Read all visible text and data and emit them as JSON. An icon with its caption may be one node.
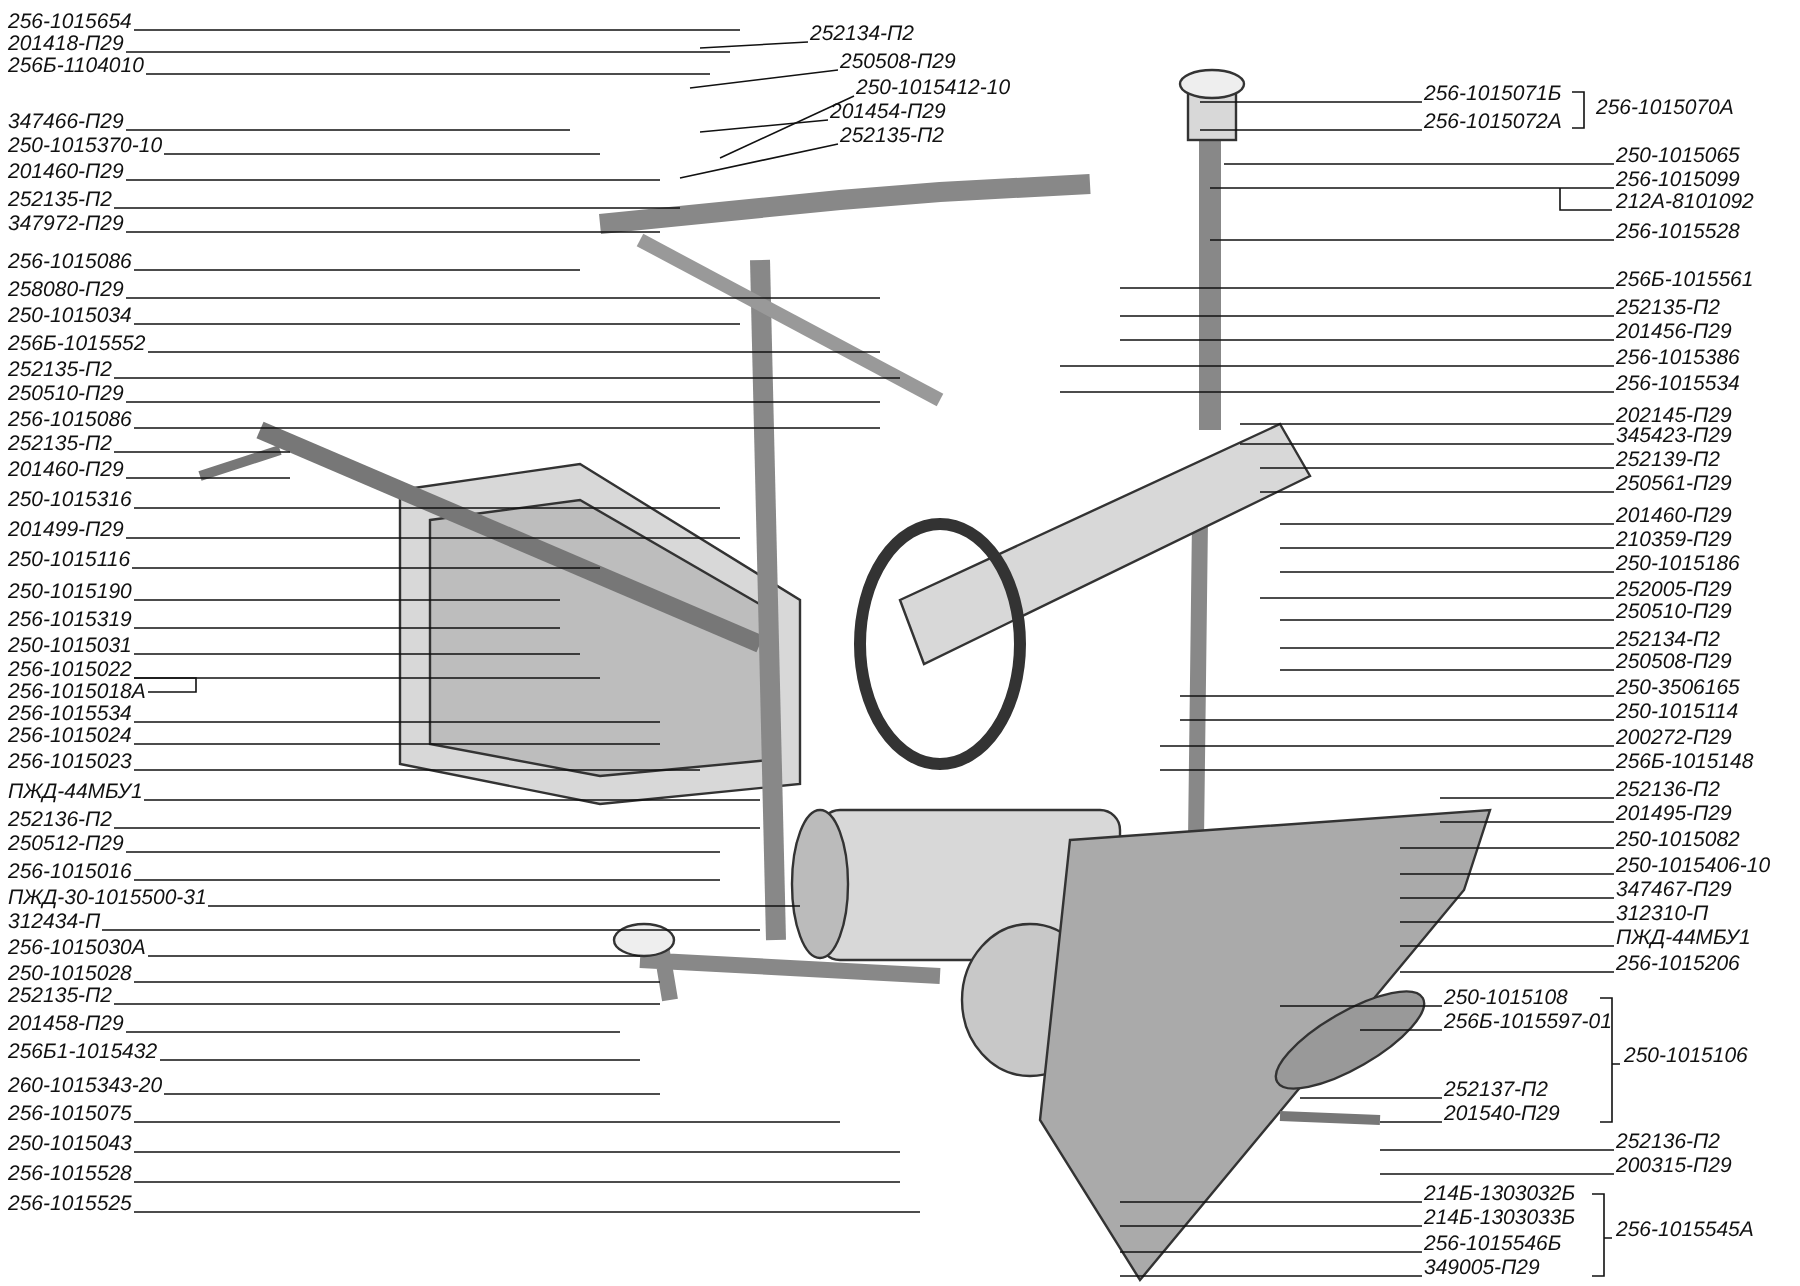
{
  "diagram": {
    "nodes": [
      {
        "text": [
          "256-1015654"
        ]
      },
      {
        "text": [
          "201418-П29"
        ]
      },
      {
        "text": [
          "256Б-1104010"
        ]
      },
      {
        "text": [
          "347466-П29"
        ]
      },
      {
        "text": [
          "250-1015370-10"
        ]
      },
      {
        "text": [
          "201460-П29"
        ]
      },
      {
        "text": [
          "252135-П2"
        ]
      },
      {
        "text": [
          "347972-П29"
        ]
      },
      {
        "text": [
          "256-1015086"
        ]
      },
      {
        "text": [
          "258080-П29"
        ]
      },
      {
        "text": [
          "250-1015034"
        ]
      },
      {
        "text": [
          "256Б-1015552"
        ]
      },
      {
        "text": [
          "252135-П2"
        ]
      },
      {
        "text": [
          "250510-П29"
        ]
      },
      {
        "text": [
          "256-1015086"
        ]
      },
      {
        "text": [
          "252135-П2"
        ]
      },
      {
        "text": [
          "201460-П29"
        ]
      },
      {
        "text": [
          "250-1015316"
        ]
      },
      {
        "text": [
          "201499-П29"
        ]
      },
      {
        "text": [
          "250-1015116"
        ]
      },
      {
        "text": [
          "250-1015190"
        ]
      },
      {
        "text": [
          "256-1015319"
        ]
      },
      {
        "text": [
          "250-1015031"
        ]
      },
      {
        "text": [
          "256-1015022"
        ]
      },
      {
        "text": [
          "256-1015534"
        ]
      },
      {
        "text": [
          "256-1015024"
        ]
      },
      {
        "text": [
          "256-1015023"
        ]
      },
      {
        "text": [
          "ПЖД-44МБУ1"
        ]
      },
      {
        "text": [
          "252136-П2"
        ]
      },
      {
        "text": [
          "250512-П29"
        ]
      },
      {
        "text": [
          "256-1015016"
        ]
      },
      {
        "text": [
          "ПЖД-30-1015500-31"
        ]
      },
      {
        "text": [
          "312434-П"
        ]
      },
      {
        "text": [
          "256-1015030А"
        ]
      },
      {
        "text": [
          "250-1015028"
        ]
      },
      {
        "text": [
          "252135-П2"
        ]
      },
      {
        "text": [
          "201458-П29"
        ]
      },
      {
        "text": [
          "256Б1-1015432"
        ]
      },
      {
        "text": [
          "260-1015343-20"
        ]
      },
      {
        "text": [
          "256-1015075"
        ]
      },
      {
        "text": [
          "250-1015043"
        ]
      },
      {
        "text": [
          "256-1015528"
        ]
      },
      {
        "text": [
          "256-1015525"
        ]
      },
      {
        "text": [
          "252134-П2"
        ]
      },
      {
        "text": [
          "250508-П29"
        ]
      },
      {
        "text": [
          "250-1015412-10"
        ]
      },
      {
        "text": [
          "201454-П29"
        ]
      },
      {
        "text": [
          "252135-П2"
        ]
      },
      {
        "text": [
          "256-1015071Б"
        ]
      },
      {
        "text": [
          "256-1015072А"
        ]
      },
      {
        "text": [
          "250-1015065"
        ]
      },
      {
        "text": [
          "256-1015099"
        ]
      },
      {
        "text": [
          "256-1015528"
        ]
      },
      {
        "text": [
          "256Б-1015561"
        ]
      },
      {
        "text": [
          "252135-П2"
        ]
      },
      {
        "text": [
          "201456-П29"
        ]
      },
      {
        "text": [
          "256-1015386"
        ]
      },
      {
        "text": [
          "256-1015534"
        ]
      },
      {
        "text": [
          "202145-П29"
        ]
      },
      {
        "text": [
          "345423-П29"
        ]
      },
      {
        "text": [
          "252139-П2"
        ]
      },
      {
        "text": [
          "250561-П29"
        ]
      },
      {
        "text": [
          "201460-П29"
        ]
      },
      {
        "text": [
          "210359-П29"
        ]
      },
      {
        "text": [
          "250-1015186"
        ]
      },
      {
        "text": [
          "252005-П29"
        ]
      },
      {
        "text": [
          "250510-П29"
        ]
      },
      {
        "text": [
          "252134-П2"
        ]
      },
      {
        "text": [
          "250508-П29"
        ]
      },
      {
        "text": [
          "250-3506165"
        ]
      },
      {
        "text": [
          "250-1015114"
        ]
      },
      {
        "text": [
          "200272-П29"
        ]
      },
      {
        "text": [
          "256Б-1015148"
        ]
      },
      {
        "text": [
          "252136-П2"
        ]
      },
      {
        "text": [
          "201495-П29"
        ]
      },
      {
        "text": [
          "250-1015082"
        ]
      },
      {
        "text": [
          "250-1015406-10"
        ]
      },
      {
        "text": [
          "347467-П29"
        ]
      },
      {
        "text": [
          "312310-П"
        ]
      },
      {
        "text": [
          "ПЖД-44МБУ1"
        ]
      },
      {
        "text": [
          "256-1015206"
        ]
      },
      {
        "text": [
          "250-1015108"
        ]
      },
      {
        "text": [
          "256Б-1015597-01"
        ]
      },
      {
        "text": [
          "252137-П2"
        ]
      },
      {
        "text": [
          "201540-П29"
        ]
      },
      {
        "text": [
          "252136-П2"
        ]
      },
      {
        "text": [
          "200315-П29"
        ]
      },
      {
        "text": [
          "214Б-1303032Б"
        ]
      },
      {
        "text": [
          "214Б-1303033Б"
        ]
      },
      {
        "text": [
          "256-1015546Б"
        ]
      },
      {
        "text": [
          "349005-П29"
        ]
      }
    ],
    "edges": [
      {
        "from": 0,
        "to": null,
        "arrow": "none"
      },
      {
        "from": 1,
        "to": null,
        "arrow": "none"
      },
      {
        "from": 2,
        "to": null,
        "arrow": "none"
      },
      {
        "from": 3,
        "to": null,
        "arrow": "none"
      },
      {
        "from": 4,
        "to": null,
        "arrow": "none"
      },
      {
        "from": 5,
        "to": null,
        "arrow": "none"
      },
      {
        "from": 6,
        "to": null,
        "arrow": "none"
      },
      {
        "from": 7,
        "to": null,
        "arrow": "none"
      },
      {
        "from": 8,
        "to": null,
        "arrow": "none"
      },
      {
        "from": 9,
        "to": null,
        "arrow": "none"
      },
      {
        "from": 10,
        "to": null,
        "arrow": "none"
      },
      {
        "from": 11,
        "to": null,
        "arrow": "none"
      },
      {
        "from": 12,
        "to": null,
        "arrow": "none"
      },
      {
        "from": 13,
        "to": null,
        "arrow": "none"
      },
      {
        "from": 14,
        "to": null,
        "arrow": "none"
      },
      {
        "from": 15,
        "to": null,
        "arrow": "none"
      },
      {
        "from": 16,
        "to": null,
        "arrow": "none"
      },
      {
        "from": 17,
        "to": null,
        "arrow": "none"
      },
      {
        "from": 18,
        "to": null,
        "arrow": "none"
      },
      {
        "from": 19,
        "to": null,
        "arrow": "none"
      },
      {
        "from": 20,
        "to": null,
        "arrow": "none"
      },
      {
        "from": 21,
        "to": null,
        "arrow": "none"
      },
      {
        "from": 22,
        "to": null,
        "arrow": "none"
      },
      {
        "from": 23,
        "to": null,
        "arrow": "none"
      },
      {
        "from": 24,
        "to": null,
        "arrow": "none"
      },
      {
        "from": 25,
        "to": null,
        "arrow": "none"
      },
      {
        "from": 26,
        "to": null,
        "arrow": "none"
      },
      {
        "from": 27,
        "to": null,
        "arrow": "none"
      },
      {
        "from": 28,
        "to": null,
        "arrow": "none"
      },
      {
        "from": 29,
        "to": null,
        "arrow": "none"
      },
      {
        "from": 30,
        "to": null,
        "arrow": "none"
      },
      {
        "from": 31,
        "to": null,
        "arrow": "none"
      },
      {
        "from": 32,
        "to": null,
        "arrow": "none"
      },
      {
        "from": 33,
        "to": null,
        "arrow": "none"
      },
      {
        "from": 34,
        "to": null,
        "arrow": "none"
      },
      {
        "from": 35,
        "to": null,
        "arrow": "none"
      },
      {
        "from": 36,
        "to": null,
        "arrow": "none"
      },
      {
        "from": 37,
        "to": null,
        "arrow": "none"
      },
      {
        "from": 38,
        "to": null,
        "arrow": "none"
      },
      {
        "from": 39,
        "to": null,
        "arrow": "none"
      },
      {
        "from": 40,
        "to": null,
        "arrow": "none"
      },
      {
        "from": 41,
        "to": null,
        "arrow": "none"
      },
      {
        "from": 42,
        "to": null,
        "arrow": "none"
      },
      {
        "from": 43,
        "to": null,
        "arrow": "none"
      },
      {
        "from": 44,
        "to": null,
        "arrow": "none"
      },
      {
        "from": 45,
        "to": null,
        "arrow": "none"
      },
      {
        "from": 46,
        "to": null,
        "arrow": "none"
      },
      {
        "from": 47,
        "to": null,
        "arrow": "none"
      },
      {
        "from": 48,
        "to": null,
        "arrow": "none"
      },
      {
        "from": 49,
        "to": null,
        "arrow": "none"
      },
      {
        "from": 50,
        "to": null,
        "arrow": "none"
      },
      {
        "from": 51,
        "to": null,
        "arrow": "none"
      },
      {
        "from": 52,
        "to": null,
        "arrow": "none"
      },
      {
        "from": 53,
        "to": null,
        "arrow": "none"
      },
      {
        "from": 54,
        "to": null,
        "arrow": "none"
      },
      {
        "from": 55,
        "to": null,
        "arrow": "none"
      },
      {
        "from": 56,
        "to": null,
        "arrow": "none"
      },
      {
        "from": 57,
        "to": null,
        "arrow": "none"
      },
      {
        "from": 58,
        "to": null,
        "arrow": "none"
      },
      {
        "from": 59,
        "to": null,
        "arrow": "none"
      },
      {
        "from": 60,
        "to": null,
        "arrow": "none"
      },
      {
        "from": 61,
        "to": null,
        "arrow": "none"
      },
      {
        "from": 62,
        "to": null,
        "arrow": "none"
      },
      {
        "from": 63,
        "to": null,
        "arrow": "none"
      },
      {
        "from": 64,
        "to": null,
        "arrow": "none"
      },
      {
        "from": 65,
        "to": null,
        "arrow": "none"
      },
      {
        "from": 66,
        "to": null,
        "arrow": "none"
      },
      {
        "from": 67,
        "to": null,
        "arrow": "none"
      },
      {
        "from": 68,
        "to": null,
        "arrow": "none"
      },
      {
        "from": 69,
        "to": null,
        "arrow": "none"
      },
      {
        "from": 70,
        "to": null,
        "arrow": "none"
      },
      {
        "from": 71,
        "to": null,
        "arrow": "none"
      },
      {
        "from": 72,
        "to": null,
        "arrow": "none"
      },
      {
        "from": 73,
        "to": null,
        "arrow": "none"
      },
      {
        "from": 74,
        "to": null,
        "arrow": "none"
      },
      {
        "from": 75,
        "to": null,
        "arrow": "none"
      },
      {
        "from": 76,
        "to": null,
        "arrow": "none"
      },
      {
        "from": 77,
        "to": null,
        "arrow": "none"
      },
      {
        "from": 78,
        "to": null,
        "arrow": "none"
      },
      {
        "from": 79,
        "to": null,
        "arrow": "none"
      },
      {
        "from": 80,
        "to": null,
        "arrow": "none"
      },
      {
        "from": 81,
        "to": null,
        "arrow": "none"
      },
      {
        "from": 82,
        "to": null,
        "arrow": "none"
      },
      {
        "from": 83,
        "to": null,
        "arrow": "none"
      },
      {
        "from": 84,
        "to": null,
        "arrow": "none"
      },
      {
        "from": 85,
        "to": null,
        "arrow": "none"
      },
      {
        "from": 86,
        "to": null,
        "arrow": "none"
      },
      {
        "from": 87,
        "to": null,
        "arrow": "none"
      },
      {
        "from": 88,
        "to": null,
        "arrow": "none"
      },
      {
        "from": 89,
        "to": null,
        "arrow": "none"
      },
      {
        "from": 90,
        "to": null,
        "arrow": "none"
      }
    ],
    "labels": [
      "256-1015018А",
      "256-1015070А",
      "212А-8101092",
      "250-1015106",
      "256-1015545А"
    ]
  }
}
